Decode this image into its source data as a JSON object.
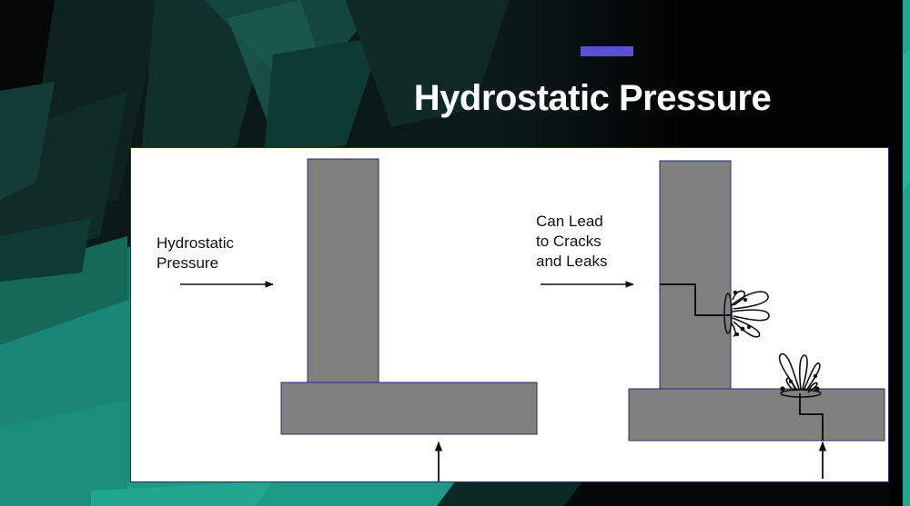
{
  "slide": {
    "title": "Hydrostatic Pressure",
    "accent_color": "#5a4fd6"
  },
  "diagram": {
    "left": {
      "label_line1": "Hydrostatic",
      "label_line2": "Pressure",
      "wall_color": "#808080",
      "outline_color": "#2b2a6e"
    },
    "right": {
      "label_line1": "Can Lead",
      "label_line2": "to Cracks",
      "label_line3": "and Leaks",
      "wall_color": "#808080"
    }
  }
}
